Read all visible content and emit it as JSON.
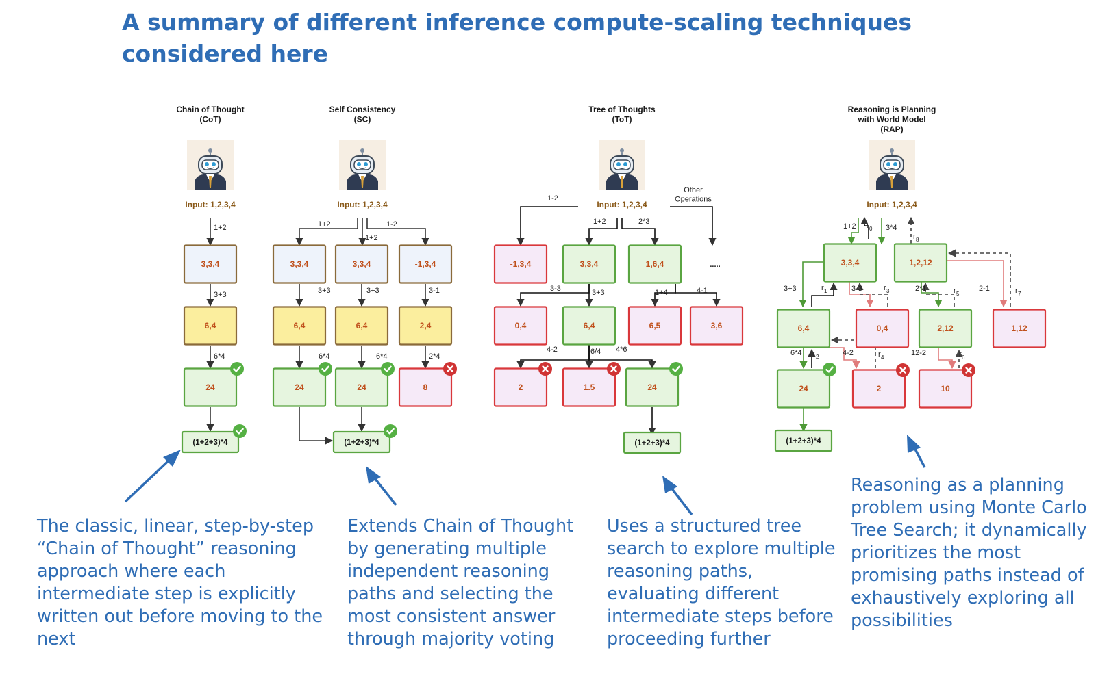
{
  "title": "A summary of different inference compute-scaling techniques considered here",
  "colors": {
    "title_blue": "#2f6db5",
    "blue_box_stroke": "#8a6a3a",
    "blue_box_fill": "#eef3fb",
    "yellow_fill": "#fbee9e",
    "green_stroke": "#5aa541",
    "green_fill": "#e6f5df",
    "red_stroke": "#d9383b",
    "red_fill": "#f6eaf8",
    "value_orange": "#c0511d",
    "input_brown": "#8a5a1a"
  },
  "icons": [
    "robot-icon",
    "check-icon",
    "cross-icon",
    "arrow-icon"
  ],
  "panels": {
    "cot": {
      "title_lines": [
        "Chain of Thought",
        "(CoT)"
      ],
      "input": "Input: 1,2,3,4",
      "nodes": [
        "3,3,4",
        "6,4",
        "24",
        "(1+2+3)*4"
      ],
      "edges": [
        "1+2",
        "3+3",
        "6*4"
      ]
    },
    "sc": {
      "title_lines": [
        "Self Consistency",
        "(SC)"
      ],
      "input": "Input: 1,2,3,4",
      "nodes": [
        "3,3,4",
        "3,3,4",
        "-1,3,4",
        "6,4",
        "6,4",
        "2,4",
        "24",
        "24",
        "8",
        "(1+2+3)*4"
      ],
      "edges": [
        "1+2",
        "1+2",
        "1-2",
        "3+3",
        "3+3",
        "3-1",
        "6*4",
        "6*4",
        "2*4"
      ]
    },
    "tot": {
      "title_lines": [
        "Tree of Thoughts",
        "(ToT)"
      ],
      "input": "Input: 1,2,3,4",
      "other_operations": [
        "Other",
        "Operations"
      ],
      "ellipsis": ".....",
      "nodes": [
        "-1,3,4",
        "3,3,4",
        "1,6,4",
        "0,4",
        "6,4",
        "6,5",
        "3,6",
        "2",
        "1.5",
        "24",
        "(1+2+3)*4"
      ],
      "edges": [
        "1-2",
        "1+2",
        "2*3",
        "3-3",
        "3+3",
        "1+4",
        "4-1",
        "4-2",
        "6/4",
        "4*6"
      ]
    },
    "rap": {
      "title_lines": [
        "Reasoning is Planning",
        "with World Model",
        "(RAP)"
      ],
      "input": "Input: 1,2,3,4",
      "nodes": [
        "3,3,4",
        "1,2,12",
        "6,4",
        "0,4",
        "2,12",
        "1,12",
        "24",
        "2",
        "10",
        "(1+2+3)*4"
      ],
      "edges": [
        "1+2",
        "3*4",
        "3+3",
        "3-3",
        "2*1",
        "2-1",
        "6*4",
        "4-2",
        "12-2"
      ],
      "rewards": [
        "r",
        "0",
        "r",
        "1",
        "r",
        "2",
        "r",
        "3",
        "r",
        "4",
        "r",
        "5",
        "r",
        "6",
        "r",
        "7",
        "r",
        "8"
      ]
    }
  },
  "captions": {
    "cot": "The classic, linear, step-by-step “Chain of Thought” reasoning approach where each intermediate step is explicitly written out before moving to the next",
    "sc": "Extends Chain of Thought by generating multiple independent reasoning paths and selecting the most consistent answer through majority voting",
    "tot": "Uses a structured tree search to explore multiple reasoning paths, evaluating different intermediate steps before proceeding further",
    "rap": "Reasoning as a planning problem using Monte Carlo Tree Search; it dynamically prioritizes the most promising paths instead of exhaustively exploring all possibilities"
  }
}
